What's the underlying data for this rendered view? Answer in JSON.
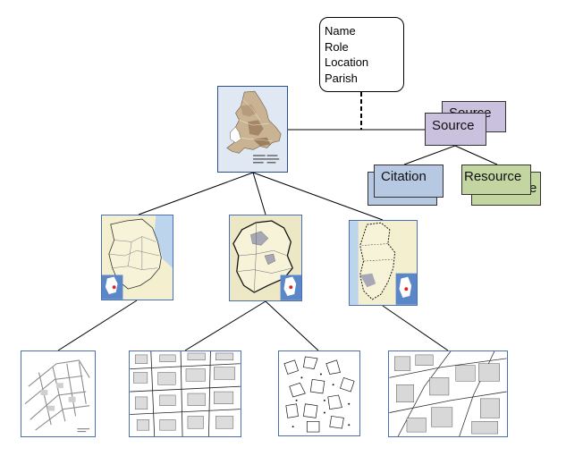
{
  "attribute_box": {
    "lines": [
      "Name",
      "Role",
      "Location",
      "Parish"
    ]
  },
  "source_cards": {
    "back_label": "Source",
    "front_label": "Source"
  },
  "citation_cards": {
    "back_label": "",
    "front_label": "Citation"
  },
  "resource_cards": {
    "back_label": "e",
    "front_label": "Resource"
  },
  "colors": {
    "source_fill": "#c9c1dd",
    "citation_fill": "#b7c8e3",
    "resource_fill": "#c3d5a1",
    "map_blue": "#4a6fb2",
    "map_land": "#f3efcf",
    "england_shade": "#b39a75"
  },
  "thumbnails": {
    "country": "england-regions-map",
    "counties": [
      "lincolnshire-map",
      "nottinghamshire-map",
      "northamptonshire-map"
    ],
    "town_plans": [
      "town-plan-1",
      "town-plan-2",
      "town-plan-3",
      "town-plan-4"
    ]
  }
}
